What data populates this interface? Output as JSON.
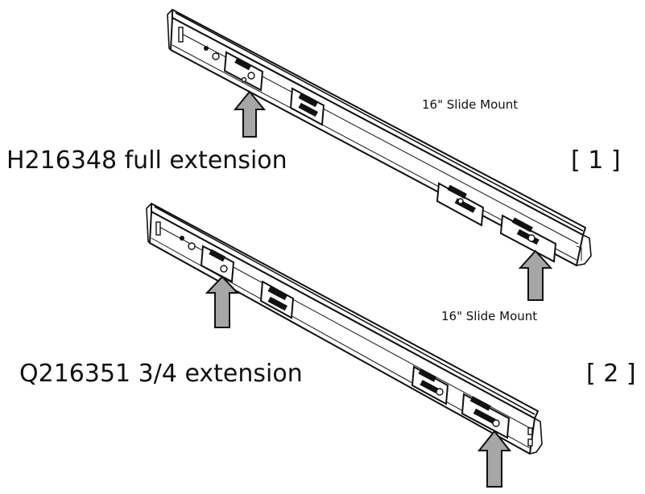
{
  "labels": {
    "slide_mount_1": "16\" Slide Mount",
    "part_1": "H216348 full extension",
    "ref_1": "[ 1 ]",
    "slide_mount_2": "16\" Slide Mount",
    "part_2": "Q216351 3/4 extension",
    "ref_2": "[ 2 ]"
  },
  "colors": {
    "line": "#111111",
    "arrow_fill": "#a6a6a6",
    "background": "#ffffff"
  }
}
